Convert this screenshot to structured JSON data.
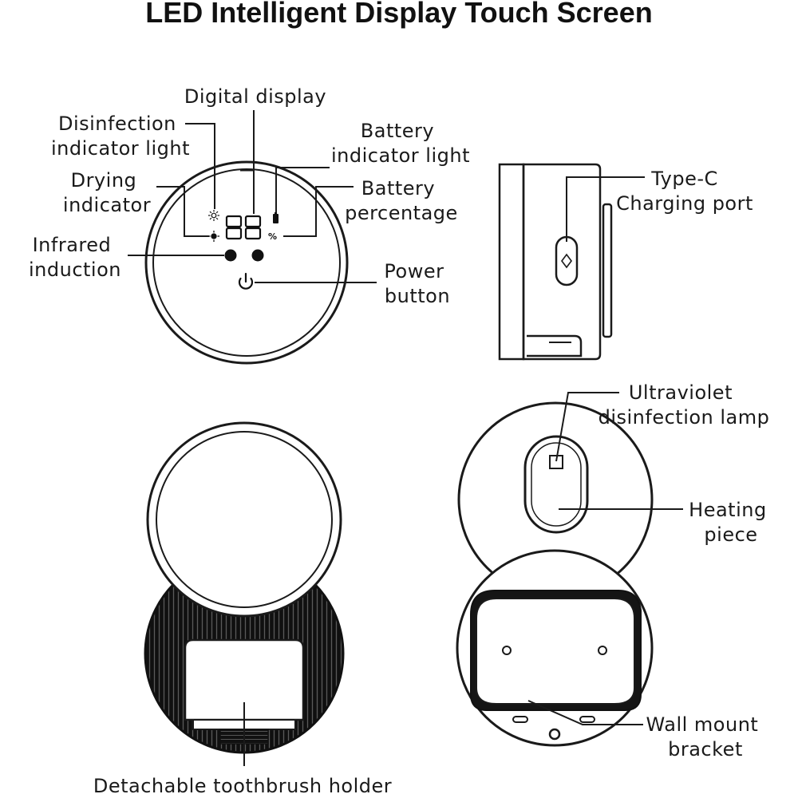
{
  "title": "LED Intelligent Display Touch Screen",
  "labels": {
    "digital_display": "Digital display",
    "disinfection_indicator": [
      "Disinfection",
      "indicator light"
    ],
    "battery_indicator": [
      "Battery",
      "indicator light"
    ],
    "drying_indicator": [
      "Drying",
      "indicator"
    ],
    "battery_percentage": [
      "Battery",
      "percentage"
    ],
    "infrared_induction": [
      "Infrared",
      "induction"
    ],
    "power_button": [
      "Power",
      "button"
    ],
    "type_c_port": [
      "Type-C",
      "Charging port"
    ],
    "uv_lamp": [
      "Ultraviolet",
      "disinfection lamp"
    ],
    "heating_piece": [
      "Heating",
      "piece"
    ],
    "wall_mount_bracket": [
      "Wall mount",
      "bracket"
    ],
    "toothbrush_holder": "Detachable toothbrush holder"
  },
  "display": {
    "digits": "88",
    "percent_sign": "%"
  },
  "icons": [
    "sun-icon",
    "power-icon",
    "battery-icon"
  ],
  "colors": {
    "line": "#1a1a1a",
    "background": "#ffffff",
    "dark_fill": "#111111"
  }
}
